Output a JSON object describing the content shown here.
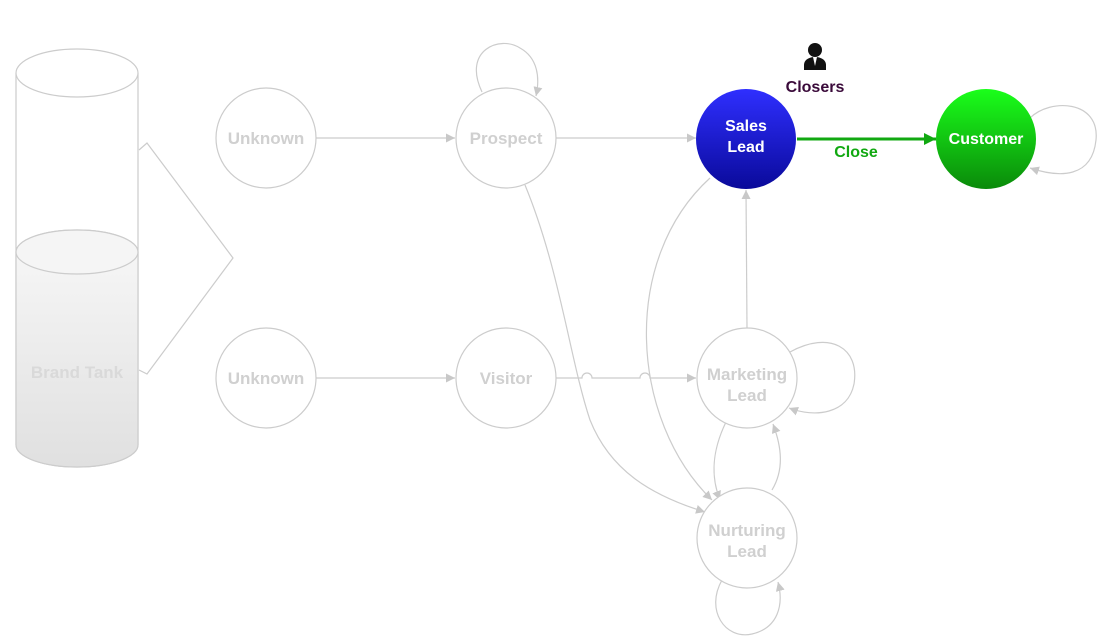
{
  "brand_tank": {
    "label": "Brand Tank"
  },
  "nodes": {
    "unknown_top": "Unknown",
    "prospect": "Prospect",
    "sales_lead_1": "Sales",
    "sales_lead_2": "Lead",
    "customer": "Customer",
    "unknown_bottom": "Unknown",
    "visitor": "Visitor",
    "marketing_lead_1": "Marketing",
    "marketing_lead_2": "Lead",
    "nurturing_lead_1": "Nurturing",
    "nurturing_lead_2": "Lead"
  },
  "edges": {
    "close": "Close"
  },
  "roles": {
    "closers": "Closers",
    "closers_icon": "person-icon"
  },
  "colors": {
    "faded": "#cccccc",
    "sales_lead": "#1a1ad9",
    "customer": "#12b412",
    "close_arrow": "#11a811",
    "closers_text": "#3a0a3a"
  }
}
